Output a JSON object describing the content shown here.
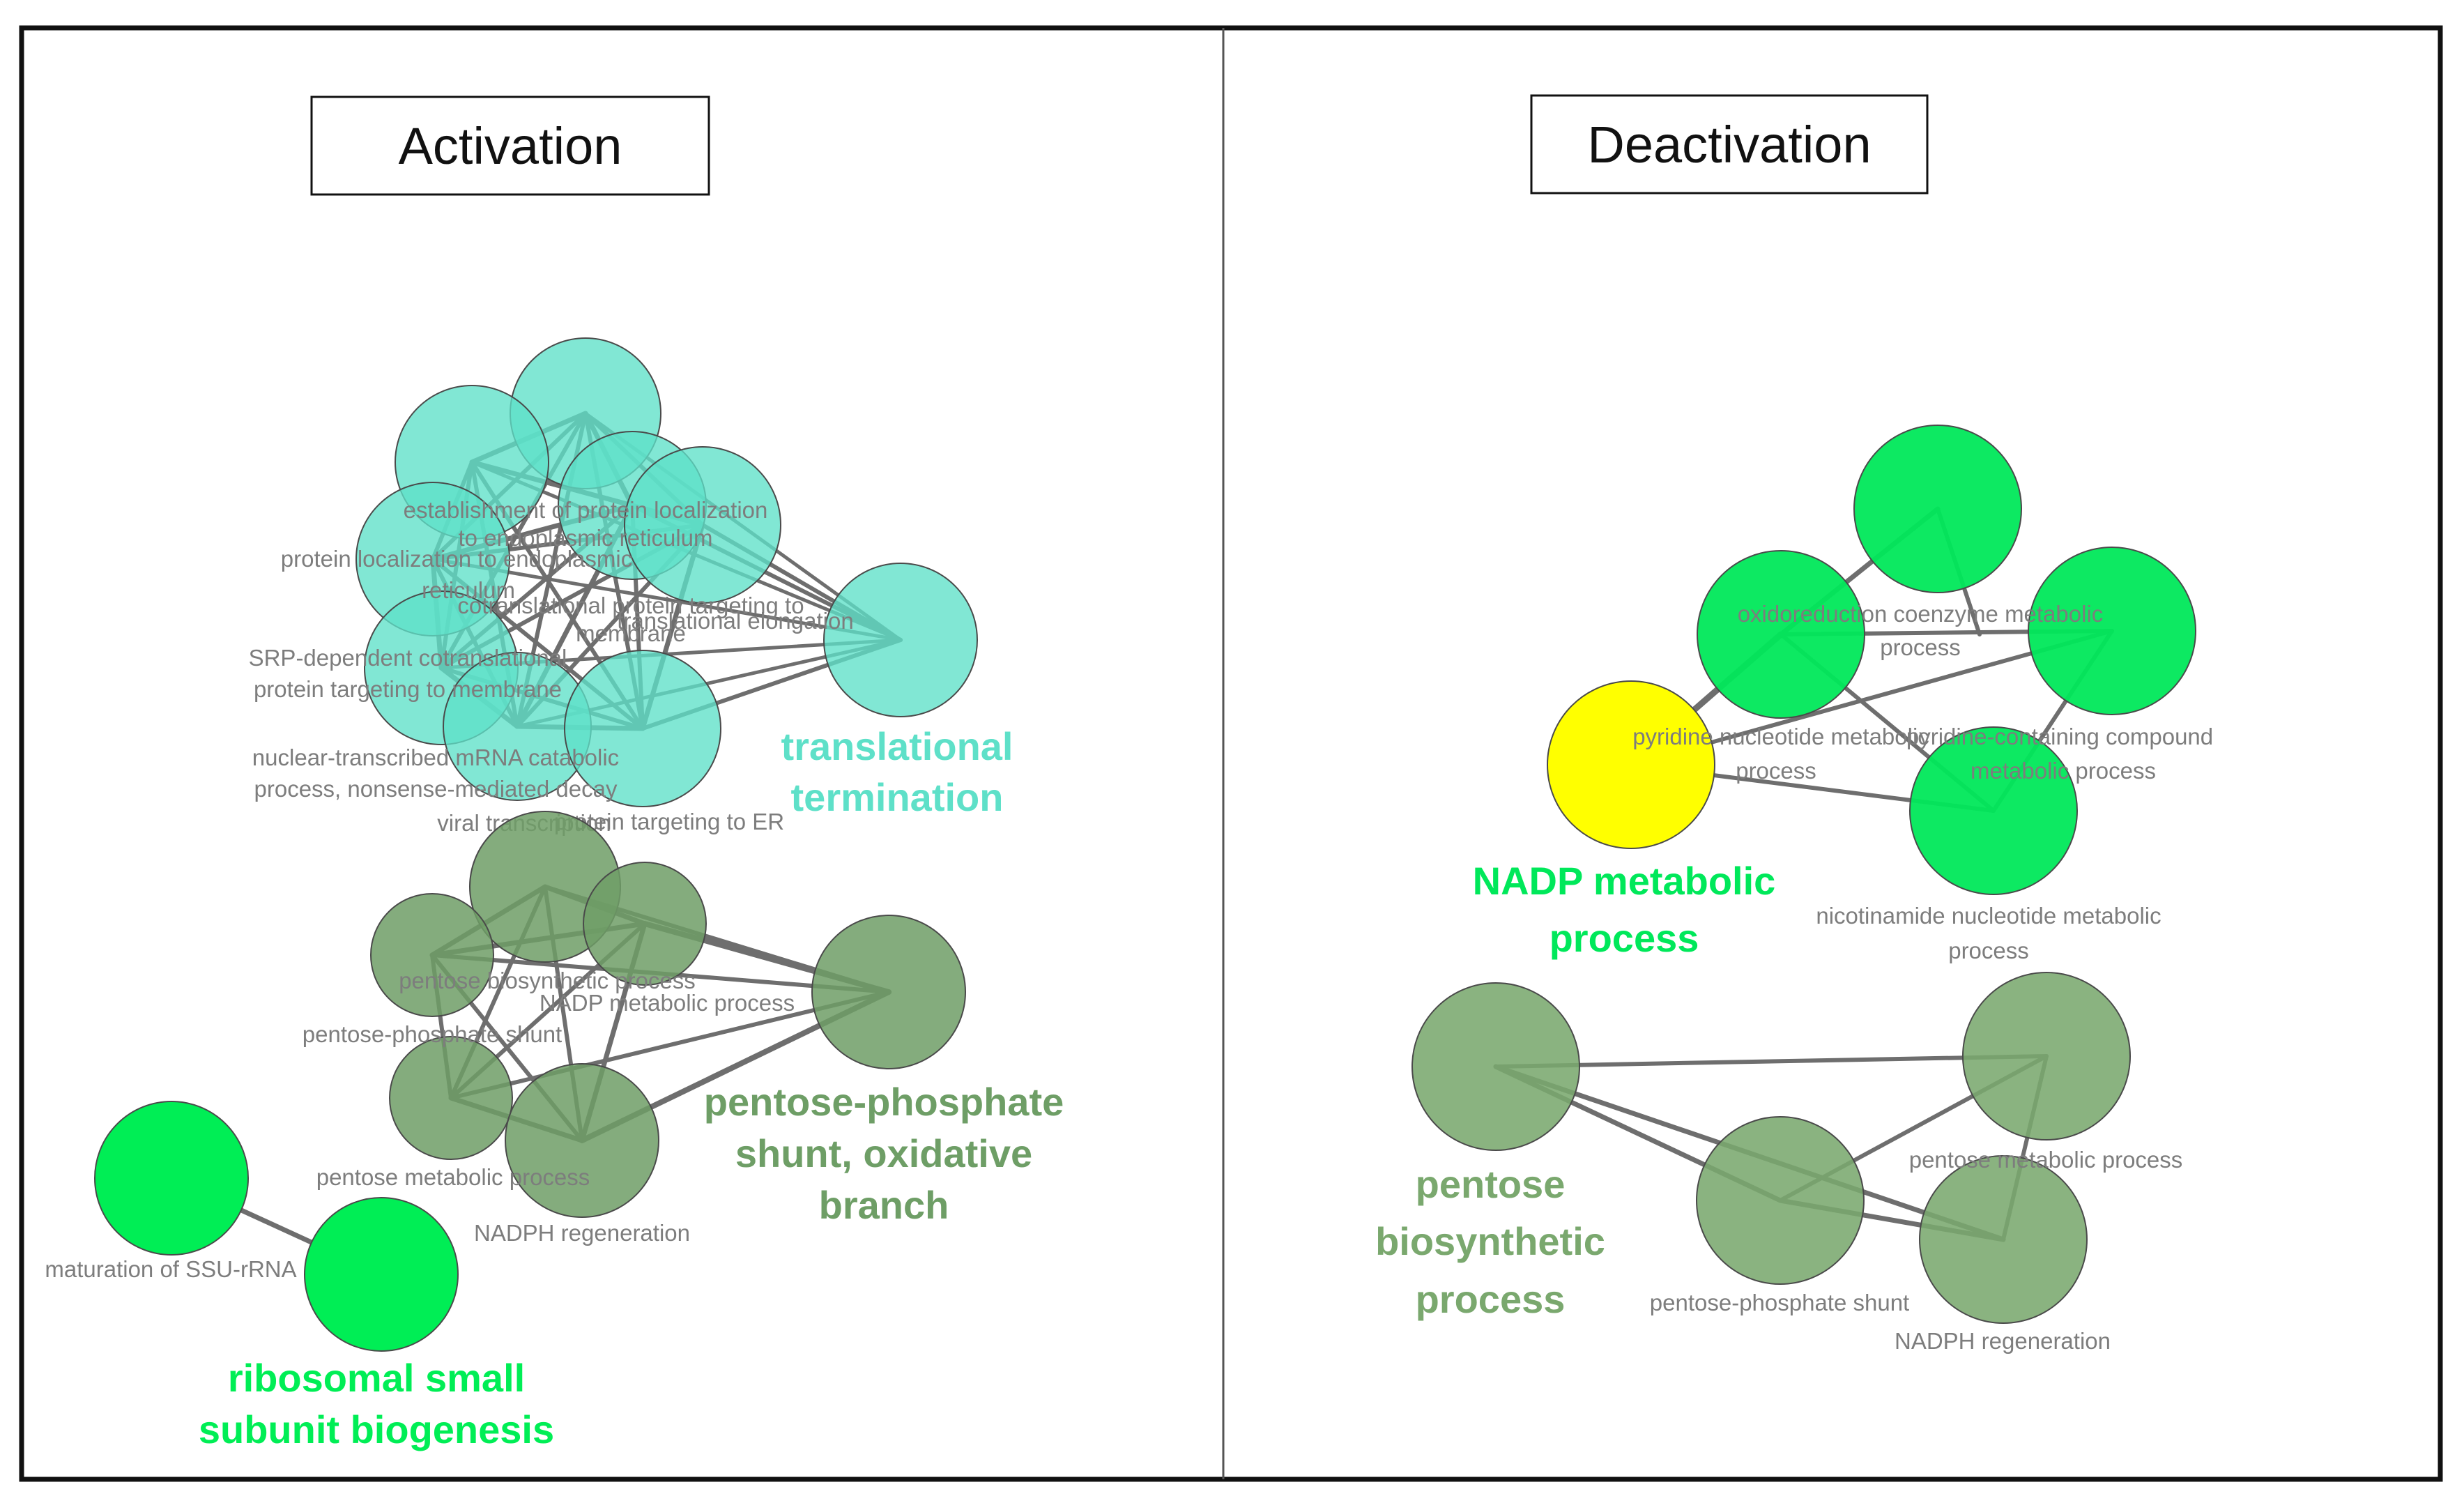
{
  "panels": [
    {
      "title": "Activation",
      "clusters": [
        {
          "id": "translation",
          "color": "#5ee0c8",
          "opacity": 0.78,
          "label": [
            "translational",
            "termination"
          ],
          "nodes": [
            "n1",
            "n2",
            "n3",
            "n4",
            "n5",
            "n6",
            "n7",
            "n8",
            "n9",
            "n10"
          ],
          "node_labels": [
            [
              "establishment of protein localization",
              "to endoplasmic reticulum"
            ],
            [
              "protein localization to endoplasmic",
              "reticulum"
            ],
            [
              "cotranslational protein targeting to",
              "membrane"
            ],
            [
              "translational elongation"
            ],
            [
              "SRP-dependent cotranslational",
              "protein targeting to membrane"
            ],
            [
              "nuclear-transcribed mRNA catabolic",
              "process, nonsense-mediated decay"
            ],
            [
              "viral transcription"
            ],
            [
              "protein targeting to ER"
            ]
          ]
        },
        {
          "id": "pentose_act",
          "color": "#6e9e66",
          "opacity": 0.85,
          "label": [
            "pentose-phosphate",
            "shunt, oxidative",
            "branch"
          ],
          "nodes": [
            "p1",
            "p2",
            "p3",
            "p4",
            "p5",
            "p6",
            "p7"
          ],
          "node_labels": [
            [
              "pentose biosynthetic process"
            ],
            [
              "NADP metabolic process"
            ],
            [
              "pentose-phosphate shunt"
            ],
            [
              "pentose metabolic process"
            ],
            [
              "NADPH regeneration"
            ]
          ]
        },
        {
          "id": "ribosome",
          "color": "#00ee55",
          "opacity": 1,
          "label": [
            "ribosomal small",
            "subunit biogenesis"
          ],
          "nodes": [
            "r1",
            "r2"
          ],
          "node_labels": [
            [
              "maturation of SSU-rRNA"
            ]
          ]
        }
      ]
    },
    {
      "title": "Deactivation",
      "clusters": [
        {
          "id": "nadp",
          "color": "#00e85a",
          "highlight_color": "#ffff00",
          "opacity": 0.95,
          "label": [
            "NADP metabolic",
            "process"
          ],
          "nodes": [
            "d1",
            "d2",
            "d3",
            "d4",
            "d5"
          ],
          "node_labels": [
            [
              "oxidoreduction coenzyme metabolic",
              "process"
            ],
            [
              "pyridine nucleotide metabolic",
              "process"
            ],
            [
              "pyridine-containing compound",
              "metabolic process"
            ],
            [
              "nicotinamide nucleotide metabolic",
              "process"
            ]
          ]
        },
        {
          "id": "pentose_deact",
          "color": "#7aa86e",
          "opacity": 0.88,
          "label": [
            "pentose",
            "biosynthetic",
            "process"
          ],
          "nodes": [
            "e1",
            "e2",
            "e3",
            "e4"
          ],
          "node_labels": [
            [
              "pentose metabolic process"
            ],
            [
              "pentose-phosphate shunt"
            ],
            [
              "NADPH regeneration"
            ]
          ]
        }
      ]
    }
  ]
}
